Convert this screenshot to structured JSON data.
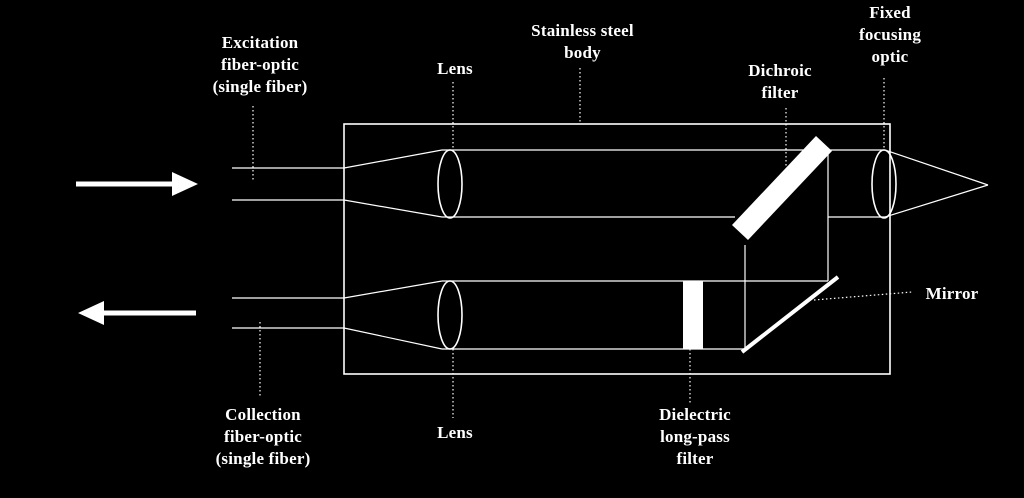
{
  "labels": {
    "excitation_fiber": [
      "Excitation",
      "fiber-optic",
      "(single fiber)"
    ],
    "lens_top": "Lens",
    "steel_body": [
      "Stainless steel",
      "body"
    ],
    "dichroic_filter": [
      "Dichroic",
      "filter"
    ],
    "fixed_focusing_optic": [
      "Fixed",
      "focusing",
      "optic"
    ],
    "mirror": "Mirror",
    "collection_fiber": [
      "Collection",
      "fiber-optic",
      "(single fiber)"
    ],
    "lens_bottom": "Lens",
    "dielectric_filter": [
      "Dielectric",
      "long-pass",
      "filter"
    ]
  },
  "colors": {
    "background": "#000000",
    "foreground": "#ffffff"
  },
  "icons": {
    "input_arrow": "arrow-right-icon",
    "output_arrow": "arrow-left-icon"
  }
}
